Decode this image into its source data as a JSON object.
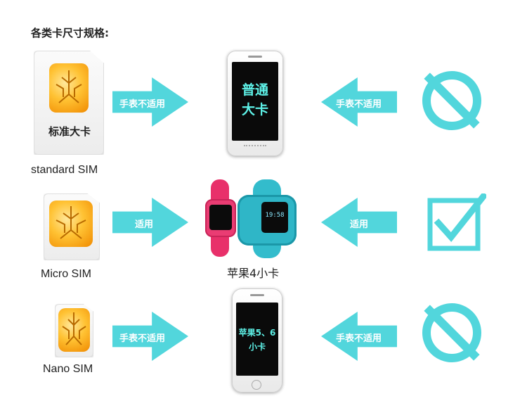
{
  "title": "各类卡尺寸规格:",
  "rows": [
    {
      "sim_label": "standard SIM",
      "sim_caption": "标准大卡",
      "left_arrow_label": "手表不适用",
      "right_arrow_label": "手表不适用",
      "device_text_line1": "普通",
      "device_text_line2": "大卡",
      "status": "not-applicable"
    },
    {
      "sim_label": "Micro SIM",
      "left_arrow_label": "适用",
      "right_arrow_label": "适用",
      "device_caption": "苹果4小卡",
      "status": "applicable"
    },
    {
      "sim_label": "Nano SIM",
      "left_arrow_label": "手表不适用",
      "right_arrow_label": "手表不适用",
      "device_text_line1": "苹果5、6",
      "device_text_line2": "小卡",
      "status": "not-applicable"
    }
  ],
  "watch_screen_time": "19:58",
  "colors": {
    "accent": "#52d6dc",
    "screen_text": "#5ef2e8",
    "chip_gold": "#ffc233",
    "watch_pink": "#ea3c73",
    "watch_blue": "#2fb6c7"
  },
  "icons": {
    "row1_status": "prohibited-icon",
    "row2_status": "checkbox-checked-icon",
    "row3_status": "prohibited-icon"
  }
}
